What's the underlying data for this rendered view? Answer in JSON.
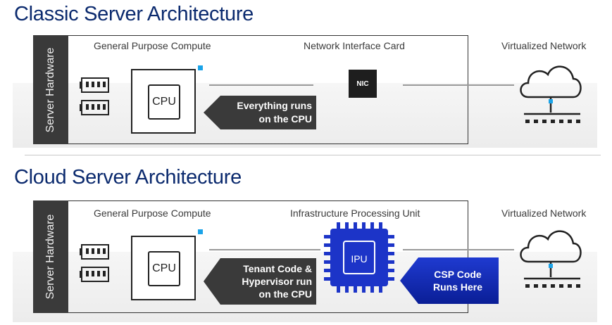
{
  "classic": {
    "title": "Classic Server Architecture",
    "hw_label": "Server Hardware",
    "compute_label": "General Purpose Compute",
    "nic_label": "Network Interface Card",
    "network_label": "Virtualized Network",
    "cpu_label": "CPU",
    "nic_chip_label": "NIC",
    "callout": [
      "Everything runs",
      "on the CPU"
    ]
  },
  "cloud": {
    "title": "Cloud Server Architecture",
    "hw_label": "Server Hardware",
    "compute_label": "General Purpose Compute",
    "ipu_label": "Infrastructure Processing Unit",
    "network_label": "Virtualized Network",
    "cpu_label": "CPU",
    "ipu_chip_label": "IPU",
    "callout": [
      "Tenant Code &",
      "Hypervisor run",
      "on the CPU"
    ],
    "csp_callout": [
      "CSP Code",
      "Runs Here"
    ]
  },
  "colors": {
    "title": "#0b2a6e",
    "accent_blue": "#1aa3e8",
    "ipu_blue": "#1c34c8",
    "dark": "#3a3a3a"
  },
  "icons": [
    "memory-module-icon",
    "cpu-chip-icon",
    "nic-chip-icon",
    "cloud-network-icon",
    "ipu-chip-icon"
  ]
}
